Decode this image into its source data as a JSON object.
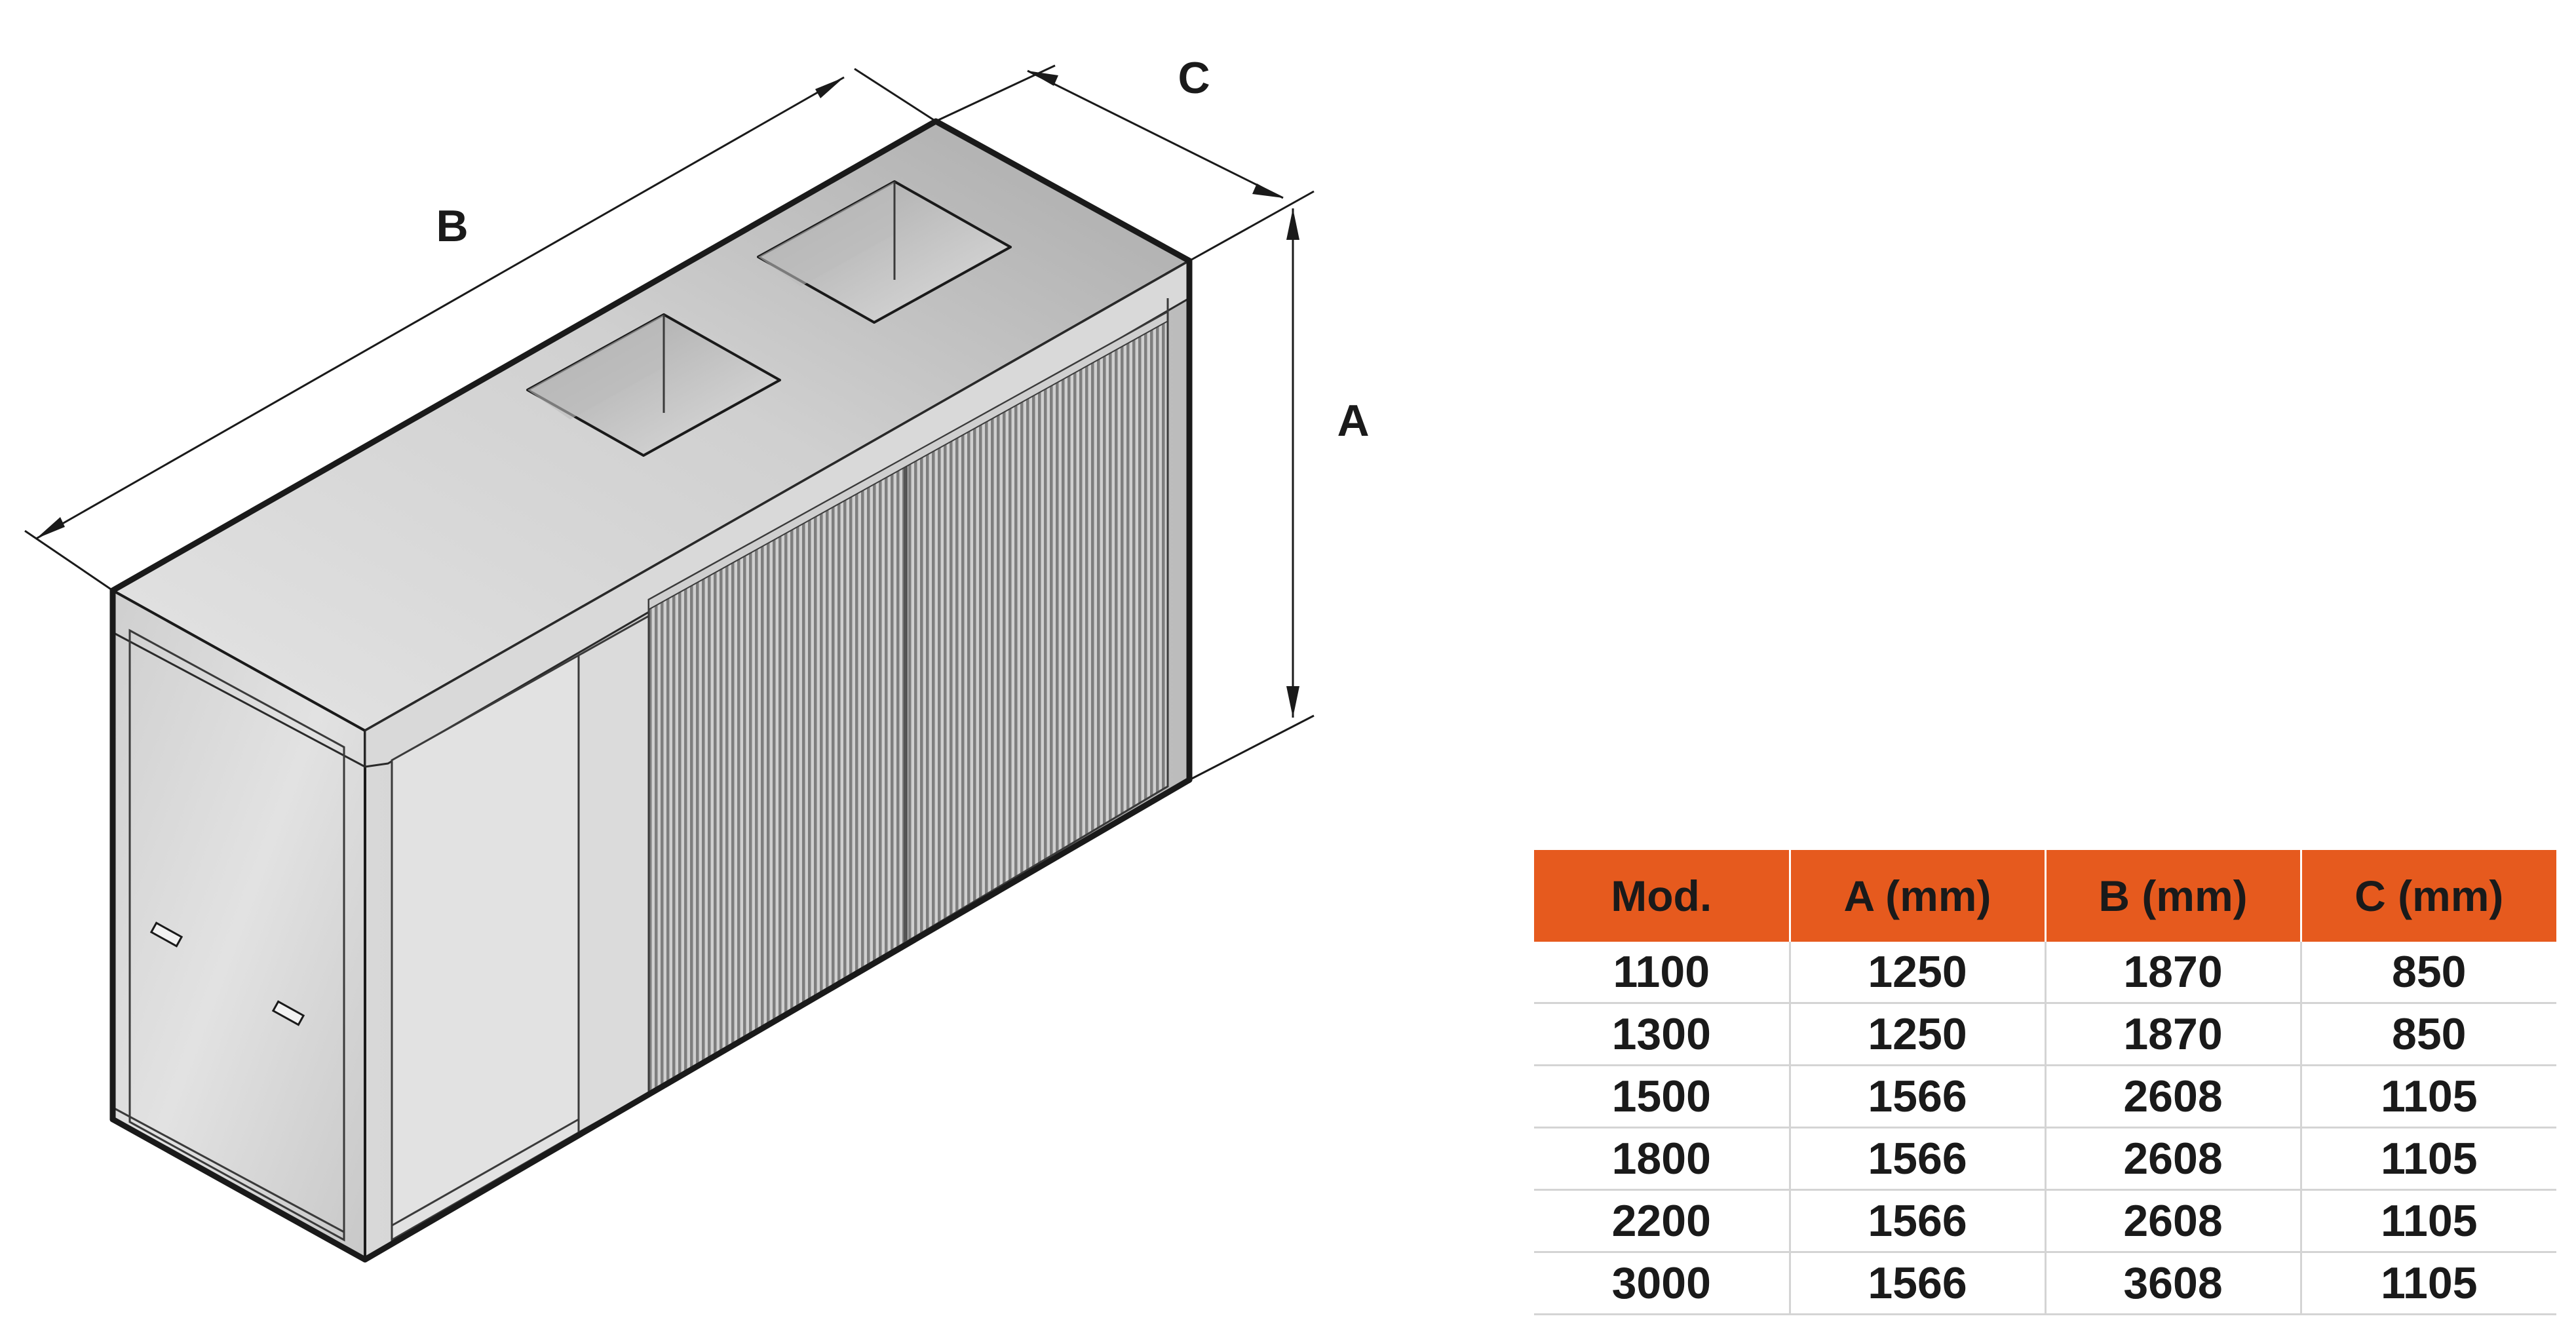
{
  "dimension_labels": {
    "a": "A",
    "b": "B",
    "c": "C"
  },
  "table": {
    "headers": [
      "Mod.",
      "A (mm)",
      "B (mm)",
      "C (mm)"
    ],
    "rows": [
      [
        "1100",
        "1250",
        "1870",
        "850"
      ],
      [
        "1300",
        "1250",
        "1870",
        "850"
      ],
      [
        "1500",
        "1566",
        "2608",
        "1105"
      ],
      [
        "1800",
        "1566",
        "2608",
        "1105"
      ],
      [
        "2200",
        "1566",
        "2608",
        "1105"
      ],
      [
        "3000",
        "1566",
        "3608",
        "1105"
      ]
    ]
  },
  "colors": {
    "header_background": "#e65a1e",
    "unit_outline": "#1a1a1a",
    "grid_lines": "#d4d4d4"
  }
}
